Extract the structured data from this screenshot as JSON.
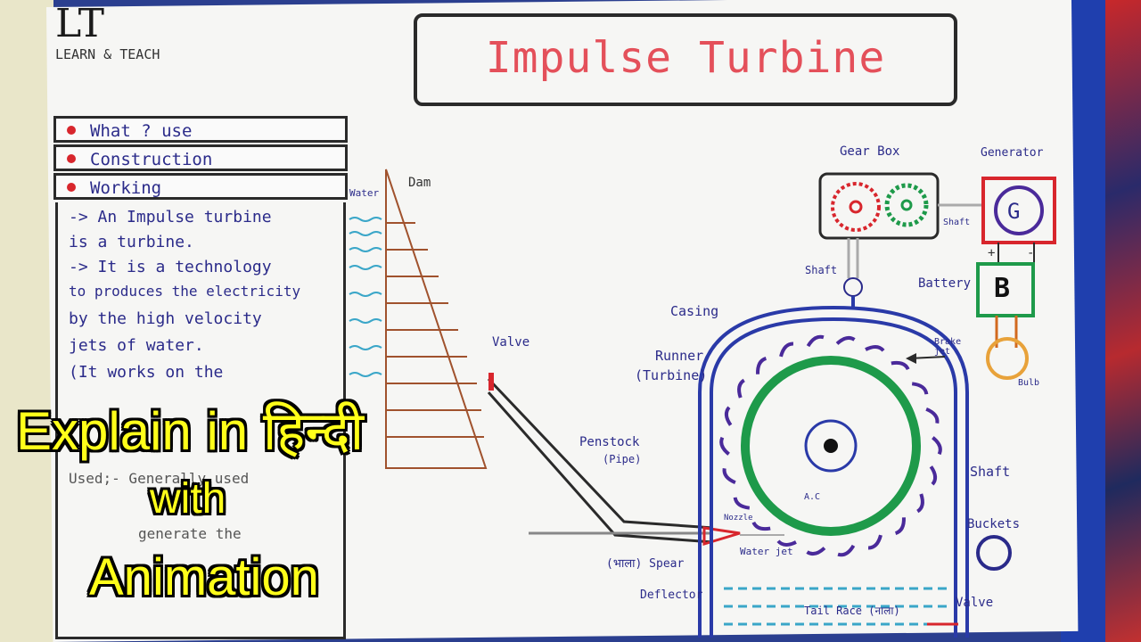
{
  "brand": {
    "logo": "LT",
    "tagline": "LEARN & TEACH"
  },
  "title": "Impulse Turbine",
  "menu": [
    {
      "label": "What ? use"
    },
    {
      "label": "Construction"
    },
    {
      "label": "Working"
    }
  ],
  "notes": [
    "-> An Impulse turbine",
    "is a turbine.",
    "-> It is a technology",
    "to produces the electricity",
    "by the high velocity",
    "jets of water.",
    "(It works on the"
  ],
  "used_note": "Used;- Generally used",
  "used_note_2": "generate the",
  "overlay": {
    "line1": "Explain in हिन्दी",
    "line2": "with",
    "line3": "Animation"
  },
  "diagram_labels": {
    "water": "Water",
    "dam": "Dam",
    "valve": "Valve",
    "penstock": "Penstock",
    "pipe": "(Pipe)",
    "casing": "Casing",
    "runner": "Runner",
    "turbine": "(Turbine)",
    "gear_box": "Gear Box",
    "generator": "Generator",
    "gen_symbol": "G",
    "shaft_top": "Shaft",
    "shaft_mid": "Shaft",
    "shaft_right": "Shaft",
    "battery": "Battery",
    "bat_symbol": "B",
    "brake_jet": "Brake jet",
    "bulb": "Bulb",
    "nozzle": "Nozzle",
    "water_jet": "Water jet",
    "spear": "(भाला) Spear",
    "deflector": "Deflector",
    "tail_race": "Tail Race (नाला)",
    "valve_bottom": "Valve",
    "buckets": "Buckets",
    "ac": "A.C",
    "plus": "+",
    "minus": "-"
  },
  "colors": {
    "title": "#e4505a",
    "ink_blue": "#2b2b8a",
    "green_wheel": "#1e9a4a",
    "casing_blue": "#2a3aa8",
    "bucket_purple": "#4a2a9a",
    "brick": "#a0522d",
    "overlay_yellow": "#ffff1a"
  }
}
